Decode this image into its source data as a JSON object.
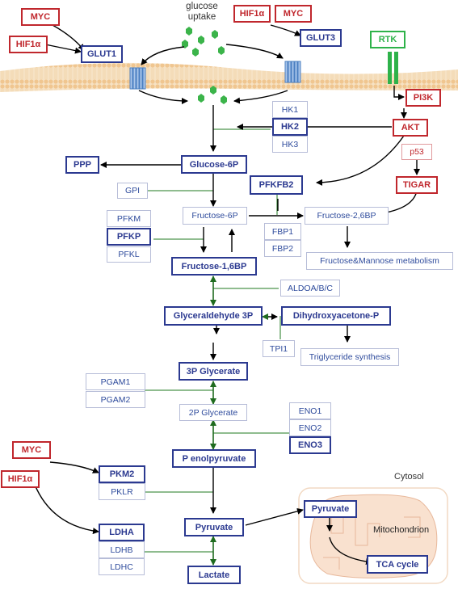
{
  "colors": {
    "enzyme_dark": "#2b3990",
    "enzyme_light": "#2e4b9c",
    "regulator": "#c0272d",
    "receptor": "#2eb24a",
    "link_line": "#1f7a1f",
    "membrane": "#f3d3a8",
    "mito": "#f6d7c0"
  },
  "labels": {
    "glucose_uptake": "glucose\nuptake",
    "cytosol": "Cytosol",
    "mitochondrion": "Mitochondrion"
  },
  "regulators": {
    "myc_1": "MYC",
    "hif1a_1": "HIF1α",
    "hif1a_2": "HIF1α",
    "myc_2": "MYC",
    "rtk": "RTK",
    "pi3k": "PI3K",
    "akt": "AKT",
    "p53": "p53",
    "tigar": "TIGAR",
    "myc_3": "MYC",
    "hif1a_3": "HIF1α"
  },
  "transporters": {
    "glut1": "GLUT1",
    "glut3": "GLUT3"
  },
  "metabolites": {
    "glucose_6p": "Glucose-6P",
    "ppp": "PPP",
    "fructose_6p": "Fructose-6P",
    "fructose_26bp": "Fructose-2,6BP",
    "fructose_mannose": "Fructose&Mannose metabolism",
    "fructose_16bp": "Fructose-1,6BP",
    "g3p": "Glyceraldehyde 3P",
    "dhap": "Dihydroxyacetone-P",
    "triglyceride": "Triglyceride synthesis",
    "glycerate_3p": "3P Glycerate",
    "glycerate_2p": "2P Glycerate",
    "pep": "P enolpyruvate",
    "pyruvate": "Pyruvate",
    "lactate": "Lactate",
    "pyruvate_mito": "Pyruvate",
    "tca": "TCA cycle"
  },
  "enzymes": {
    "hk": [
      "HK1",
      "HK2",
      "HK3"
    ],
    "gpi": "GPI",
    "pfkfb2": "PFKFB2",
    "pfk": [
      "PFKM",
      "PFKP",
      "PFKL"
    ],
    "fbp": [
      "FBP1",
      "FBP2"
    ],
    "aldoa": "ALDOA/B/C",
    "tpi1": "TPI1",
    "pgam": [
      "PGAM1",
      "PGAM2"
    ],
    "eno": [
      "ENO1",
      "ENO2",
      "ENO3"
    ],
    "pk": [
      "PKM2",
      "PKLR"
    ],
    "ldh": [
      "LDHA",
      "LDHB",
      "LDHC"
    ]
  }
}
